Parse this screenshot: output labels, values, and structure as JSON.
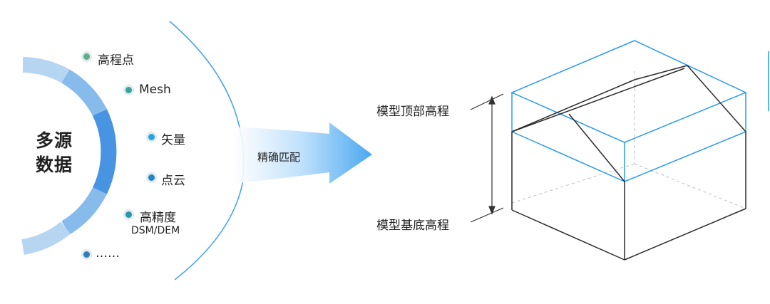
{
  "source": {
    "title_line1": "多源",
    "title_line2": "数据",
    "items": [
      {
        "label": "高程点",
        "color": "#5fae86"
      },
      {
        "label": "Mesh",
        "color": "#3aa59a"
      },
      {
        "label": "矢量",
        "color": "#22a7e0"
      },
      {
        "label": "点云",
        "color": "#1f86c8"
      },
      {
        "label": "高精度",
        "sublabel": "DSM/DEM",
        "color": "#2a98a8"
      },
      {
        "label": "……",
        "color": "#2d7fb8"
      }
    ]
  },
  "arrow": {
    "label": "精确匹配"
  },
  "model": {
    "top_label": "模型顶部高程",
    "bottom_label": "模型基底高程"
  },
  "colors": {
    "accent": "#2a9af0",
    "ring_light": "#b9d7f2",
    "ring_mid": "#7fb6ea",
    "ring_dark": "#3d8fe0"
  }
}
